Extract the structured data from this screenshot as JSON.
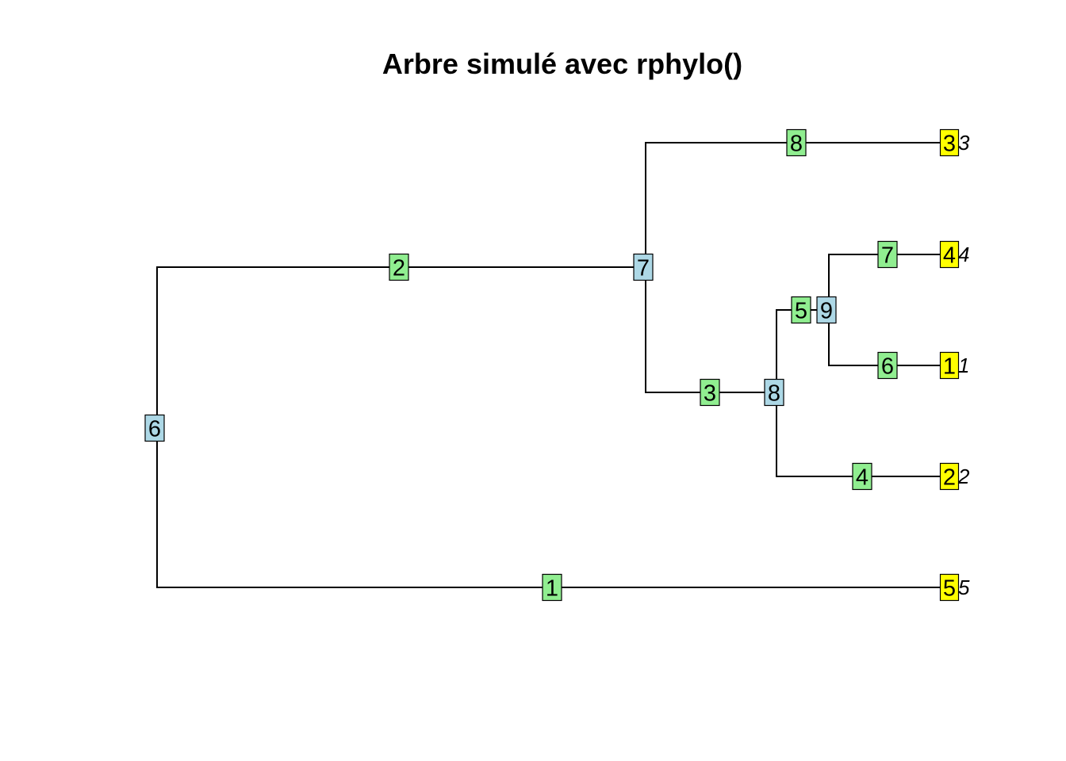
{
  "title": "Arbre simulé avec rphylo()",
  "colors": {
    "tip_label_bg": "#ffff00",
    "internal_node_bg": "#add8e6",
    "edge_label_bg": "#90ee90",
    "edge": "#000000"
  },
  "tree": {
    "root": "6",
    "internal_nodes": [
      {
        "id": "6",
        "children": [
          "7",
          "5"
        ]
      },
      {
        "id": "7",
        "children": [
          "3",
          "8"
        ]
      },
      {
        "id": "8",
        "children": [
          "9",
          "2"
        ]
      },
      {
        "id": "9",
        "children": [
          "4",
          "1"
        ]
      }
    ],
    "tips": [
      {
        "id": "3",
        "name": "3"
      },
      {
        "id": "4",
        "name": "4"
      },
      {
        "id": "1",
        "name": "1"
      },
      {
        "id": "2",
        "name": "2"
      },
      {
        "id": "5",
        "name": "5"
      }
    ],
    "edges": [
      {
        "label": "2",
        "from": "6",
        "to": "7"
      },
      {
        "label": "1",
        "from": "6",
        "to": "5"
      },
      {
        "label": "8",
        "from": "7",
        "to": "3"
      },
      {
        "label": "3",
        "from": "7",
        "to": "8"
      },
      {
        "label": "5",
        "from": "8",
        "to": "9"
      },
      {
        "label": "4",
        "from": "8",
        "to": "2"
      },
      {
        "label": "7",
        "from": "9",
        "to": "4"
      },
      {
        "label": "6",
        "from": "9",
        "to": "1"
      }
    ]
  }
}
